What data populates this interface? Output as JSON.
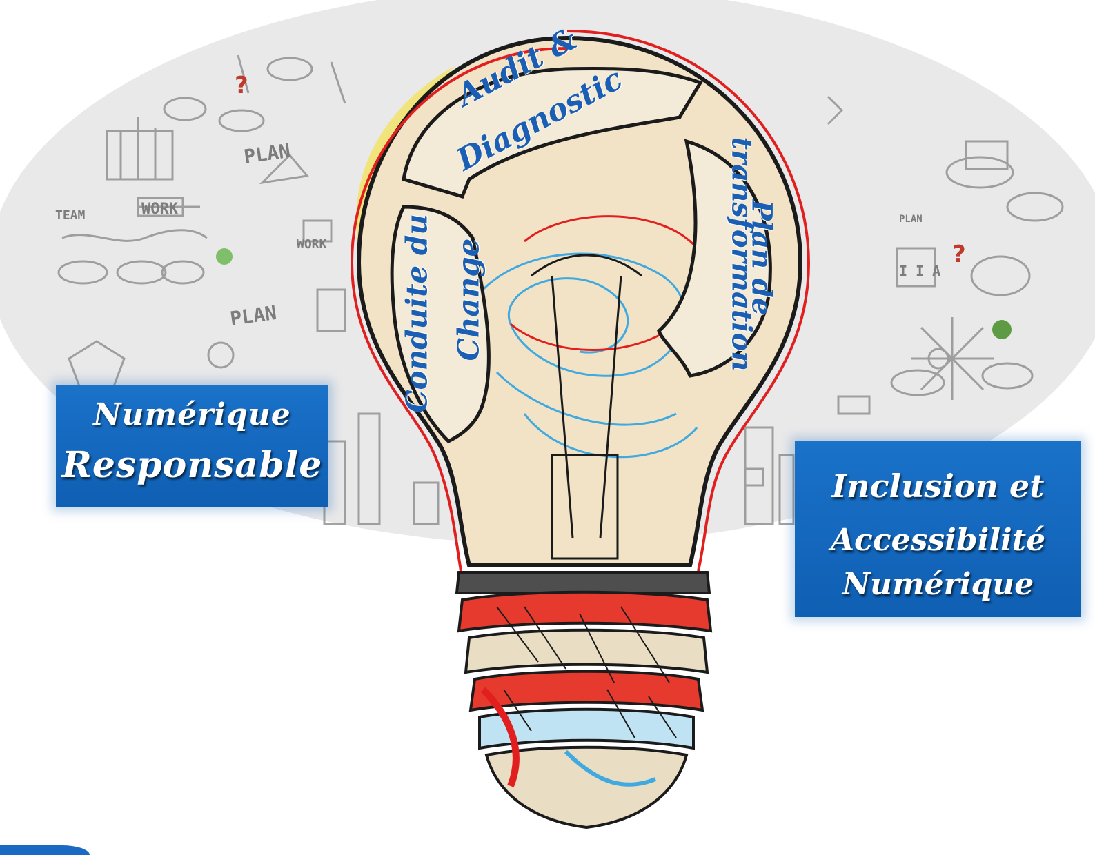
{
  "colors": {
    "label_blue": "#1a5fb4",
    "box_blue": "#1367bf",
    "background_oval": "#e9e9ea",
    "sketch_red": "#e21f1f",
    "sketch_cyan": "#3fa9e0",
    "sketch_yellow": "#f3e36a"
  },
  "background": {
    "sketch_words": [
      "PLAN",
      "WORK",
      "TEAM",
      "PLAN",
      "WORK",
      "PLAN",
      "I I A"
    ]
  },
  "bulb": {
    "top_label_line1": "Audit &",
    "top_label_line2": "Diagnostic",
    "right_label_line1": "Plan de",
    "right_label_line2": "transformation",
    "left_label_line1": "Conduite du",
    "left_label_line2": "Change"
  },
  "left_box": {
    "line1": "Numérique",
    "line2": "Responsable"
  },
  "right_box": {
    "line1": "Inclusion et",
    "line2": "Accessibilité",
    "line3": "Numérique"
  }
}
